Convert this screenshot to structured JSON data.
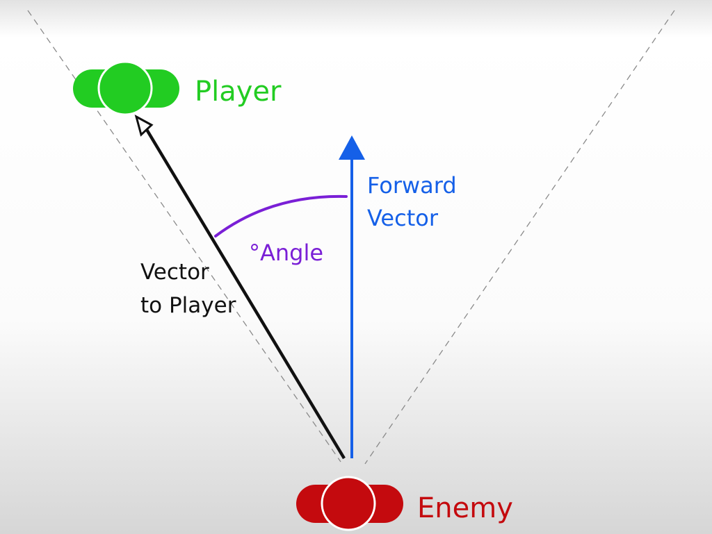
{
  "labels": {
    "player": "Player",
    "enemy": "Enemy",
    "forward_line1": "Forward",
    "forward_line2": "Vector",
    "angle": "°Angle",
    "to_player_line1": "Vector",
    "to_player_line2": "to Player"
  },
  "colors": {
    "player": "#22cc22",
    "enemy": "#c40a0e",
    "forward": "#1560e8",
    "angle": "#7a1fd6",
    "vector": "#111111",
    "dash": "#8a8a8a"
  }
}
